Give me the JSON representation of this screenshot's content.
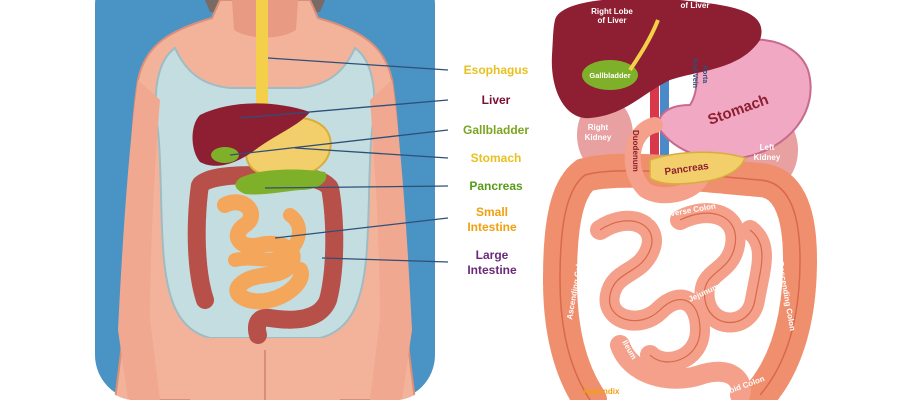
{
  "left_figure": {
    "labels": [
      {
        "id": "esophagus",
        "text": "Esophagus",
        "color": "#e8c020"
      },
      {
        "id": "liver",
        "text": "Liver",
        "color": "#7a1030"
      },
      {
        "id": "gallbladder",
        "text": "Gallbladder",
        "color": "#7aa51e"
      },
      {
        "id": "stomach",
        "text": "Stomach",
        "color": "#e8c020"
      },
      {
        "id": "pancreas",
        "text": "Pancreas",
        "color": "#5a9a1a"
      },
      {
        "id": "small_intestine",
        "text": "Small Intestine",
        "color": "#f0a010"
      },
      {
        "id": "large_intestine",
        "text": "Large Intestine",
        "color": "#6a2a7a"
      }
    ]
  },
  "right_figure": {
    "labels": {
      "right_lobe": "Right Lobe of Liver",
      "left_lobe": "of Liver",
      "gallbladder": "Gallbladder",
      "aorta": "Aorta",
      "and_vein": "And Vein",
      "stomach": "Stomach",
      "right_kidney": "Right Kidney",
      "left_kidney": "Left Kidney",
      "duodenum": "Duodenum",
      "pancreas": "Pancreas",
      "transverse_colon": "Transverse Colon",
      "ascending_colon": "Ascending Colon",
      "descending_colon": "Descending Colon",
      "jejunum": "Jejunum",
      "ileum": "Ileum",
      "appendix": "Appendix",
      "sigmoid_colon": "Sigmoid Colon"
    }
  },
  "colors": {
    "background_panel": "#4a93c5",
    "skin": "#f3b39a",
    "shirt": "#c4dde0",
    "liver": "#8e1e32",
    "gallbladder": "#7fb02a",
    "stomach": "#f2cf6a",
    "intestine_small": "#f4a65a",
    "intestine_large": "#b8504a",
    "stomach_right": "#f1a8c2",
    "intestine_right": "#f08f6e"
  }
}
